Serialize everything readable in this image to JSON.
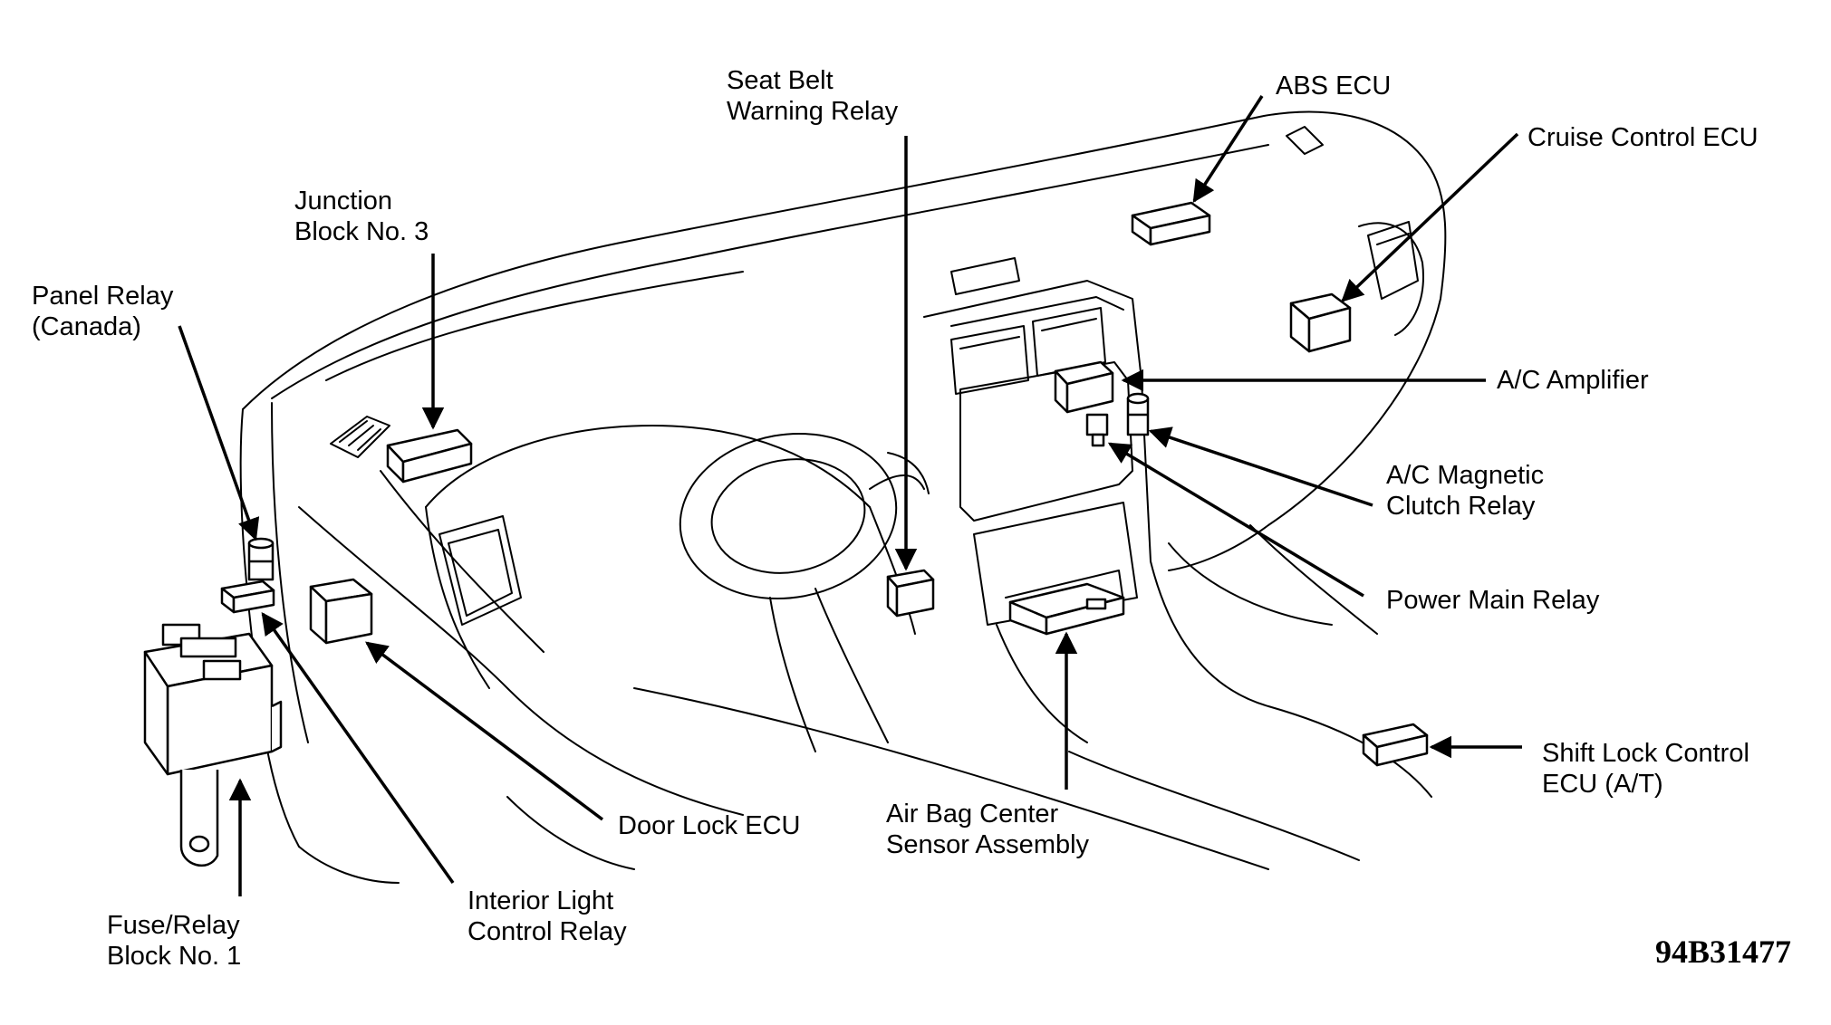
{
  "figure_code": "94B31477",
  "labels": {
    "seat_belt": [
      "Seat Belt",
      "Warning Relay"
    ],
    "abs_ecu": [
      "ABS ECU"
    ],
    "cruise_ecu": [
      "Cruise Control ECU"
    ],
    "junction_block": [
      "Junction",
      "Block No. 3"
    ],
    "panel_relay": [
      "Panel Relay",
      "(Canada)"
    ],
    "ac_amplifier": [
      "A/C Amplifier"
    ],
    "ac_clutch": [
      "A/C Magnetic",
      "Clutch Relay"
    ],
    "power_main": [
      "Power Main Relay"
    ],
    "shift_lock": [
      "Shift Lock Control",
      "ECU (A/T)"
    ],
    "air_bag": [
      "Air Bag Center",
      "Sensor Assembly"
    ],
    "door_lock": [
      "Door Lock ECU"
    ],
    "interior_light": [
      "Interior Light",
      "Control Relay"
    ],
    "fuse_relay": [
      "Fuse/Relay",
      "Block No. 1"
    ]
  }
}
